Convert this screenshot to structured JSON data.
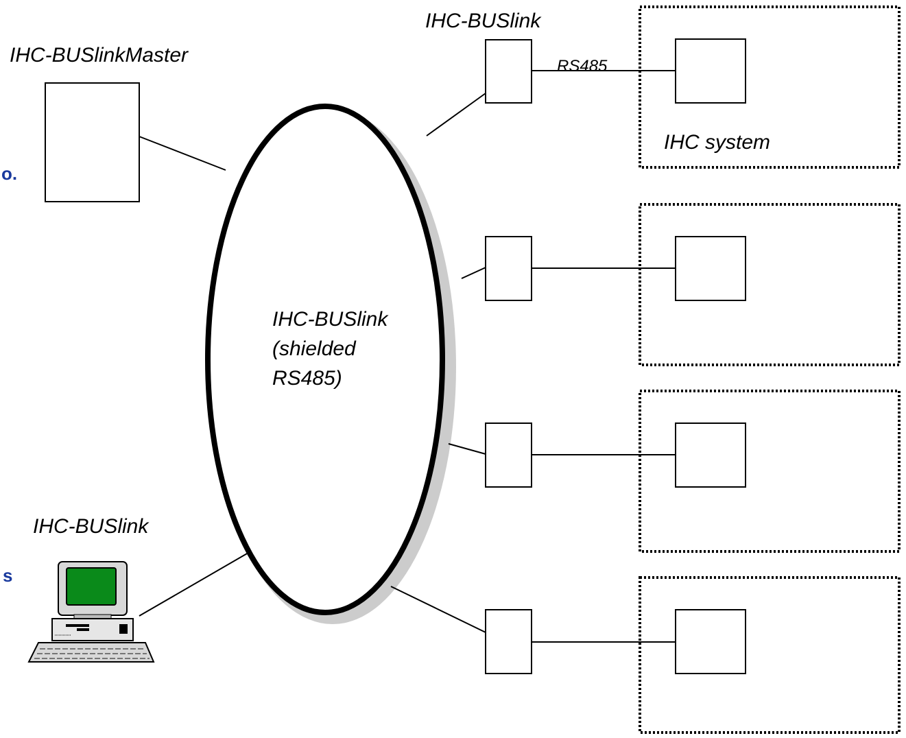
{
  "labels": {
    "master": "IHC-BUSlinkMaster",
    "top_link": "IHC-BUSlink",
    "rs485": "RS485",
    "ihc_system": "IHC system",
    "bus_line1": "IHC-BUSlink",
    "bus_line2": "(shielded",
    "bus_line3": "RS485)",
    "pc_link": "IHC-BUSlink",
    "cut_text_1": "o.",
    "cut_text_2": "s"
  },
  "colors": {
    "line": "#000000",
    "shadow": "#cccccc",
    "dotted": "#000000",
    "cut_text": "#1a3a9e",
    "screen": "#0a8a1a",
    "monitor": "#d8d8d8"
  },
  "icons": {
    "computer": "desktop-computer-icon"
  }
}
